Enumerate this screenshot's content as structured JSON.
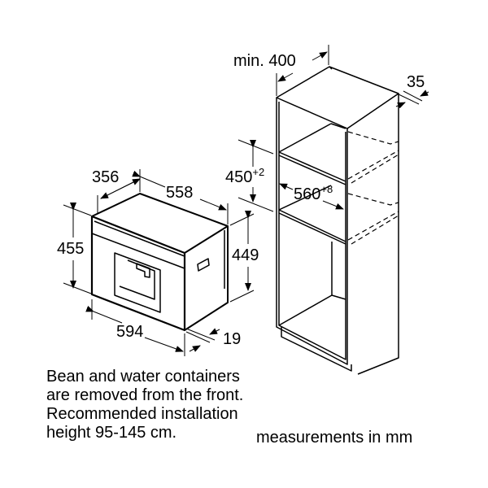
{
  "appliance": {
    "depth_label": "356",
    "depth_with_front_label": "558",
    "front_height_label": "455",
    "body_height_label": "449",
    "width_label": "594",
    "front_thickness_label": "19"
  },
  "cabinet": {
    "min_depth_label": "min. 400",
    "rear_gap_label": "35",
    "niche_height_label": "450",
    "niche_height_tolerance": "+2",
    "niche_width_label": "560",
    "niche_width_tolerance": "+8"
  },
  "notes": {
    "lines": [
      "Bean and water containers",
      "are removed from the front.",
      "Recommended installation",
      "height 95-145 cm."
    ],
    "units": "measurements in mm"
  },
  "colors": {
    "line": "#000000",
    "background": "#ffffff"
  }
}
